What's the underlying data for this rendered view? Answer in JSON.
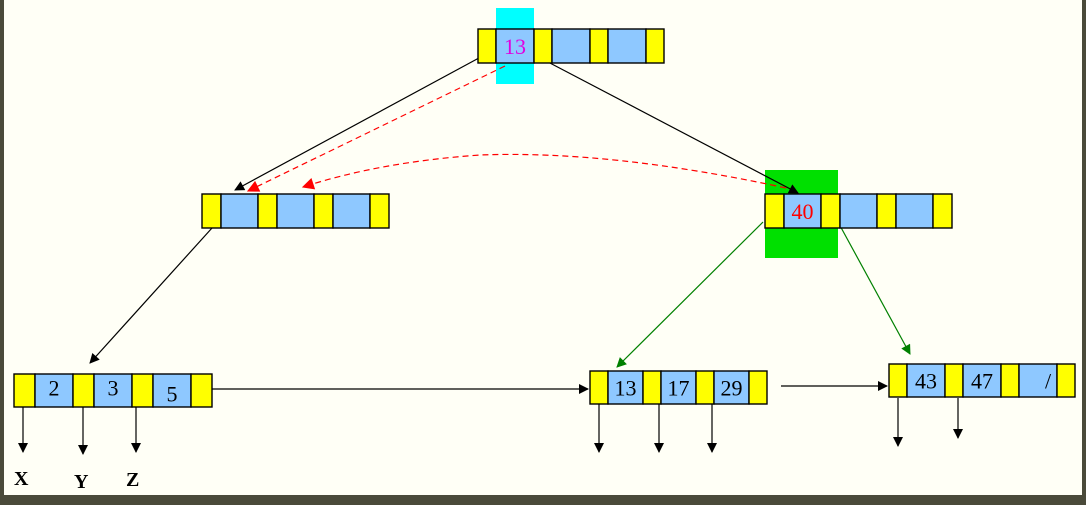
{
  "colors": {
    "pointer_slot": "#ffff00",
    "key_slot": "#8ec8ff",
    "root_highlight": "#00ffff",
    "node_highlight": "#00e000",
    "root_key_text": "#e000e0",
    "node_key_text": "#ff0000",
    "tree_edge": "#000000",
    "new_edge": "#008000",
    "redistribute_arrow": "#ff0000"
  },
  "root": {
    "keys": [
      "13",
      "",
      ""
    ]
  },
  "level1": {
    "left": {
      "keys": [
        "",
        "",
        ""
      ]
    },
    "right": {
      "keys": [
        "40",
        "",
        ""
      ]
    }
  },
  "leaves": {
    "first": {
      "keys": [
        "2",
        "3",
        "5"
      ]
    },
    "middle": {
      "keys": [
        "13",
        "17",
        "29"
      ]
    },
    "last": {
      "keys": [
        "43",
        "47",
        ""
      ],
      "end_marker": "/"
    }
  },
  "leaf_pointer_labels": [
    "X",
    "Y",
    "Z"
  ]
}
